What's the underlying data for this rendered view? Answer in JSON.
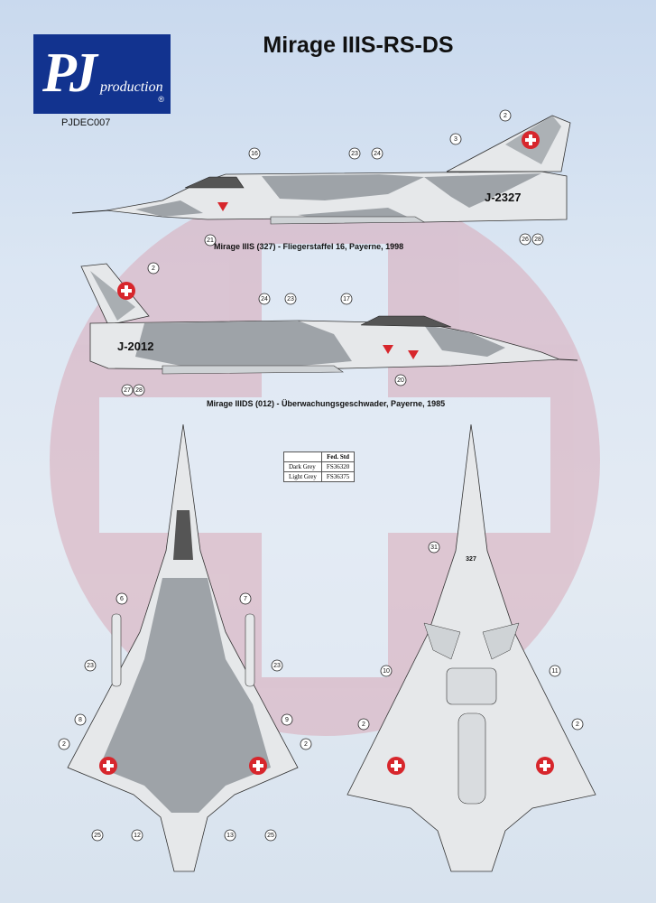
{
  "header": {
    "logo_mark": "PJ",
    "logo_word": "production",
    "logo_reg": "®",
    "code": "PJDEC007",
    "title": "Mirage IIIS-RS-DS"
  },
  "profiles": [
    {
      "caption": "Mirage IIIS (327) - Fliegerstaffel 16, Payerne, 1998",
      "serial": "J-2327",
      "callouts": [
        "2",
        "3",
        "16",
        "23",
        "24",
        "21",
        "26",
        "28"
      ]
    },
    {
      "caption": "Mirage IIIDS (012) - Überwachungsgeschwader, Payerne, 1985",
      "serial": "J-2012",
      "callouts": [
        "2",
        "24",
        "23",
        "17",
        "27",
        "28",
        "20"
      ]
    }
  ],
  "color_table": {
    "header": [
      "",
      "Fed. Std"
    ],
    "rows": [
      [
        "Dark Grey",
        "FS36320"
      ],
      [
        "Light Grey",
        "FS36375"
      ]
    ]
  },
  "top_view": {
    "callouts": [
      "6",
      "7",
      "23",
      "23",
      "8",
      "9",
      "2",
      "2",
      "25",
      "12",
      "13",
      "25"
    ]
  },
  "bottom_view": {
    "nose_number": "327",
    "callouts": [
      "31",
      "10",
      "11",
      "2",
      "2"
    ]
  },
  "colors": {
    "dark_grey": "#9ea3a8",
    "light_grey": "#e6e8ea",
    "swiss_red": "#d7262c",
    "logo_blue": "#12338f"
  }
}
